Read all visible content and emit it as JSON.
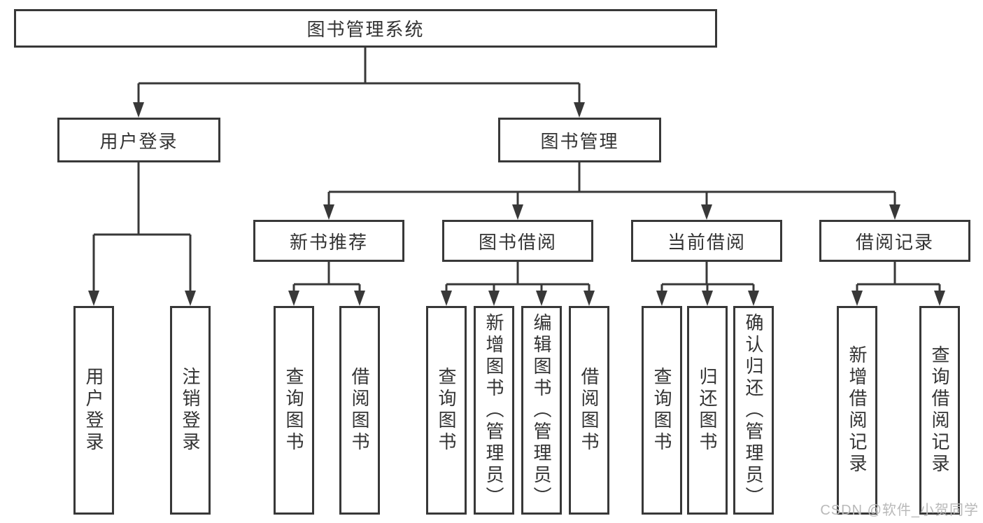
{
  "diagram": {
    "root": "图书管理系统",
    "branches": [
      {
        "label": "用户登录",
        "children": [
          "用户登录",
          "注销登录"
        ]
      },
      {
        "label": "图书管理",
        "groups": [
          {
            "label": "新书推荐",
            "children": [
              "查询图书",
              "借阅图书"
            ]
          },
          {
            "label": "图书借阅",
            "children": [
              "查询图书",
              "新增图书（管理员）",
              "编辑图书（管理员）",
              "借阅图书"
            ]
          },
          {
            "label": "当前借阅",
            "children": [
              "查询图书",
              "归还图书",
              "确认归还（管理员）"
            ]
          },
          {
            "label": "借阅记录",
            "children": [
              "新增借阅记录",
              "查询借阅记录"
            ]
          }
        ]
      }
    ]
  },
  "watermark": {
    "text": "CSDN @软件_小贺同学"
  },
  "colors": {
    "line": "#383838",
    "text": "#333333",
    "box_background": "#ffffff",
    "watermark": "#b9b9b9"
  }
}
